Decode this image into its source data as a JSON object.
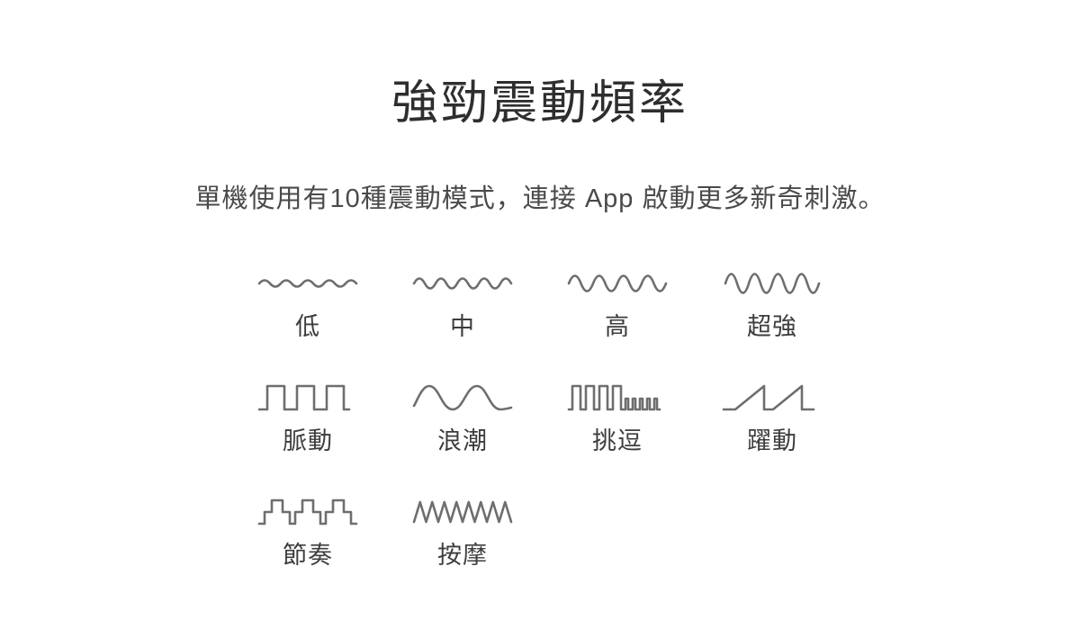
{
  "section": {
    "title": "強勁震動頻率",
    "subtitle": "單機使用有10種震動模式，連接 App 啟動更多新奇刺激。"
  },
  "modes": [
    {
      "id": "low",
      "label": "低",
      "icon": "gentle-wave"
    },
    {
      "id": "medium",
      "label": "中",
      "icon": "soft-wave"
    },
    {
      "id": "high",
      "label": "高",
      "icon": "fast-wave"
    },
    {
      "id": "ultra",
      "label": "超強",
      "icon": "strong-wave"
    },
    {
      "id": "pulse",
      "label": "脈動",
      "icon": "square-pulse-wave"
    },
    {
      "id": "surge",
      "label": "浪潮",
      "icon": "large-sine-wave"
    },
    {
      "id": "tease",
      "label": "挑逗",
      "icon": "pulse-comb-wave"
    },
    {
      "id": "leap",
      "label": "躍動",
      "icon": "sawtooth-wave"
    },
    {
      "id": "rhythm",
      "label": "節奏",
      "icon": "step-wave"
    },
    {
      "id": "massage",
      "label": "按摩",
      "icon": "zigzag-wave"
    }
  ],
  "layout": {
    "columns": 4,
    "rows": [
      4,
      4,
      2
    ]
  },
  "colors": {
    "background": "#ffffff",
    "title": "#2e2e2e",
    "subtitle": "#4a4a4a",
    "label": "#3d3d3d",
    "waveform": "#6e6e6e"
  }
}
